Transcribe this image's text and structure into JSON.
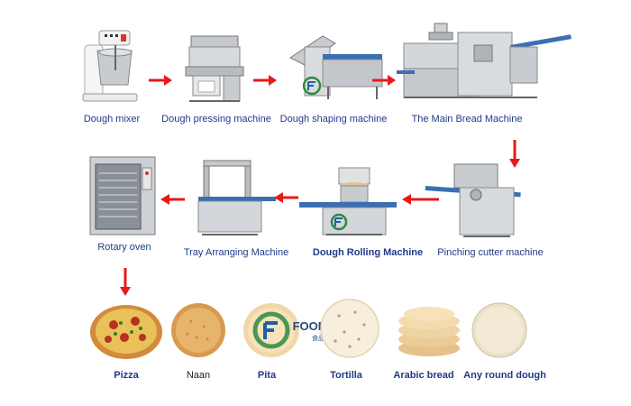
{
  "row1": [
    {
      "id": "dough-mixer",
      "label": "Dough mixer"
    },
    {
      "id": "dough-pressing",
      "label": "Dough pressing machine"
    },
    {
      "id": "dough-shaping",
      "label": "Dough shaping machine"
    },
    {
      "id": "main-bread",
      "label": "The Main Bread Machine"
    }
  ],
  "row2": [
    {
      "id": "rotary-oven",
      "label": "Rotary oven"
    },
    {
      "id": "tray-arranging",
      "label": "Tray Arranging Machine"
    },
    {
      "id": "dough-rolling",
      "label": "Dough Rolling Machine"
    },
    {
      "id": "pinching-cutter",
      "label": "Pinching cutter machine"
    }
  ],
  "products": [
    {
      "id": "pizza",
      "label": "Pizza"
    },
    {
      "id": "naan",
      "label": "Naan"
    },
    {
      "id": "pita",
      "label": "Pita"
    },
    {
      "id": "tortilla",
      "label": "Tortilla"
    },
    {
      "id": "arabic-bread",
      "label": "Arabic bread"
    },
    {
      "id": "any-round-dough",
      "label": "Any round dough"
    }
  ],
  "logo": {
    "text": "FOOD LINE",
    "subtext": "食品机械"
  },
  "colors": {
    "arrow": "#e8191b",
    "label": "#1f3a8a",
    "steel": "#b9bec4",
    "steel_dark": "#7e858c",
    "blue_belt": "#3a6fb5",
    "dough": "#e3c391"
  }
}
